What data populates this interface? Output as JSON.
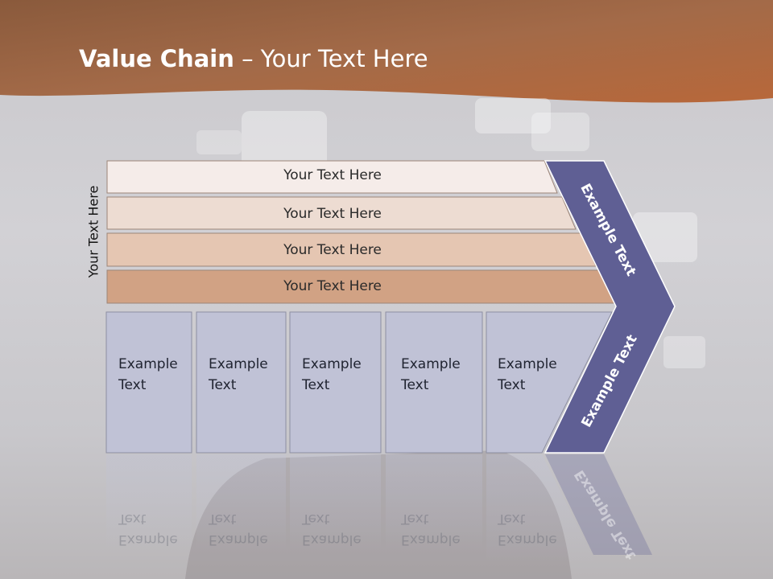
{
  "title": {
    "bold": "Value Chain",
    "rest": " – Your Text Here"
  },
  "side_label": "Your Text Here",
  "support_bands": [
    {
      "label": "Your Text Here",
      "color": "#f5ece9"
    },
    {
      "label": "Your Text Here",
      "color": "#eddcd2"
    },
    {
      "label": "Your Text Here",
      "color": "#e5c6b2"
    },
    {
      "label": "Your Text Here",
      "color": "#d1a284"
    }
  ],
  "primary_activities": [
    {
      "line1": "Example",
      "line2": "Text"
    },
    {
      "line1": "Example",
      "line2": "Text"
    },
    {
      "line1": "Example",
      "line2": "Text"
    },
    {
      "line1": "Example",
      "line2": "Text"
    },
    {
      "line1": "Example",
      "line2": "Text"
    }
  ],
  "margin_arrow": {
    "upper_label": "Example Text",
    "lower_label": "Example Text",
    "color": "#5f5f94"
  },
  "colors": {
    "header": "#a8683f",
    "activity_box": "#c0c2d6"
  }
}
